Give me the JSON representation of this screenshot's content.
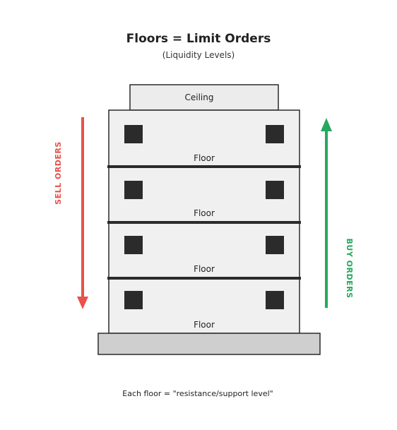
{
  "title": "Floors = Limit Orders",
  "subtitle": "(Liquidity Levels)",
  "ceiling_label": "Ceiling",
  "floors": [
    {
      "label": "Floor"
    },
    {
      "label": "Floor"
    },
    {
      "label": "Floor"
    },
    {
      "label": "Floor"
    }
  ],
  "sell_label": "SELL ORDERS",
  "buy_label": "BUY ORDERS",
  "footnote": "Each floor = \"resistance/support level\"",
  "colors": {
    "sell_arrow": "#e8524a",
    "buy_arrow": "#27a85f",
    "building_fill": "#f0f0f0",
    "ground_fill": "#cfcfcf",
    "window": "#2b2b2b",
    "outline": "#2b2b2b"
  }
}
